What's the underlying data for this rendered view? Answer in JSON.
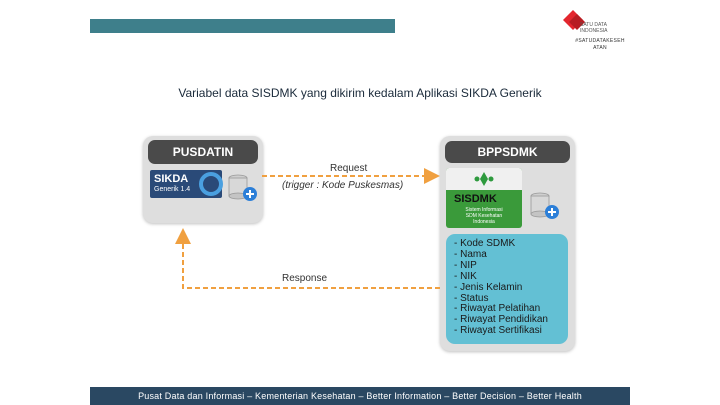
{
  "header": {
    "logo_text": [
      "SATU DATA",
      "INDONESIA"
    ],
    "hashtag": [
      "#SATUDATAKESEH",
      "ATAN"
    ],
    "accent_color": "#3e7f8b"
  },
  "title": "Variabel data SISDMK yang dikirim kedalam Aplikasi SIKDA Generik",
  "diagram": {
    "left_panel": {
      "header": "PUSDATIN",
      "app_name": "SIKDA",
      "app_version": "Generik 1.4"
    },
    "right_panel": {
      "header": "BPPSDMK",
      "app_name": "SISDMK",
      "app_desc": [
        "Sistem Informasi",
        "SDM Kesehatan",
        "Indonesia"
      ],
      "variables": [
        "- Kode SDMK",
        "- Nama",
        "- NIP",
        "- NIK",
        "- Jenis Kelamin",
        "- Status",
        "- Riwayat Pelatihan",
        "- Riwayat Pendidikan",
        "- Riwayat Sertifikasi"
      ]
    },
    "request_label": "Request",
    "trigger_label": "(trigger : Kode Puskesmas)",
    "response_label": "Response",
    "arrow_color": "#f0a040"
  },
  "footer": "Pusat Data dan Informasi – Kementerian Kesehatan – Better Information – Better Decision – Better Health"
}
